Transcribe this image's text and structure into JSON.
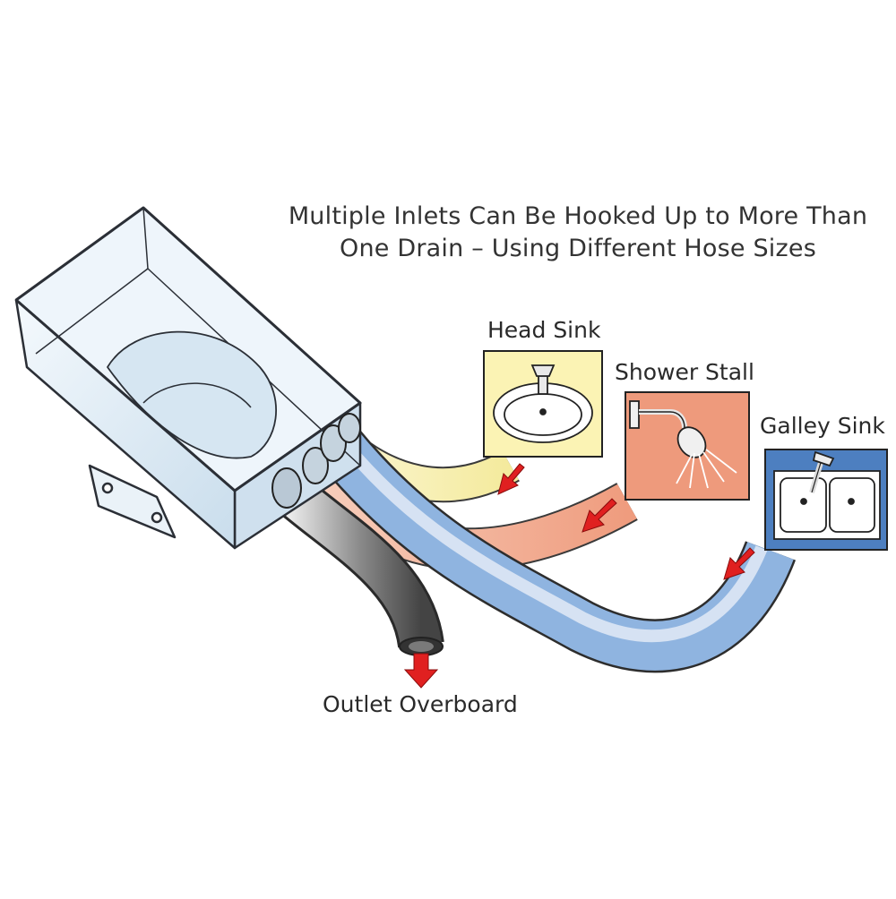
{
  "title": {
    "line1": "Multiple Inlets Can Be Hooked Up to More Than",
    "line2": "One Drain – Using Different Hose Sizes"
  },
  "labels": {
    "head_sink": "Head Sink",
    "shower_stall": "Shower Stall",
    "galley_sink": "Galley Sink",
    "outlet": "Outlet Overboard"
  },
  "colors": {
    "head_sink_hose": "#f6eeaa",
    "shower_hose": "#f0a488",
    "galley_hose": "#8eb4e0",
    "outlet_hose": "#6a6a6a",
    "arrow": "#e02020",
    "head_sink_panel": "#fbf3b4",
    "shower_panel": "#ee9a7c",
    "galley_panel": "#4d7fc0",
    "tank_fill": "#dbe9f3"
  },
  "icons": [
    "sink-basin-icon",
    "shower-head-icon",
    "double-sink-icon",
    "flow-arrow-icon"
  ]
}
